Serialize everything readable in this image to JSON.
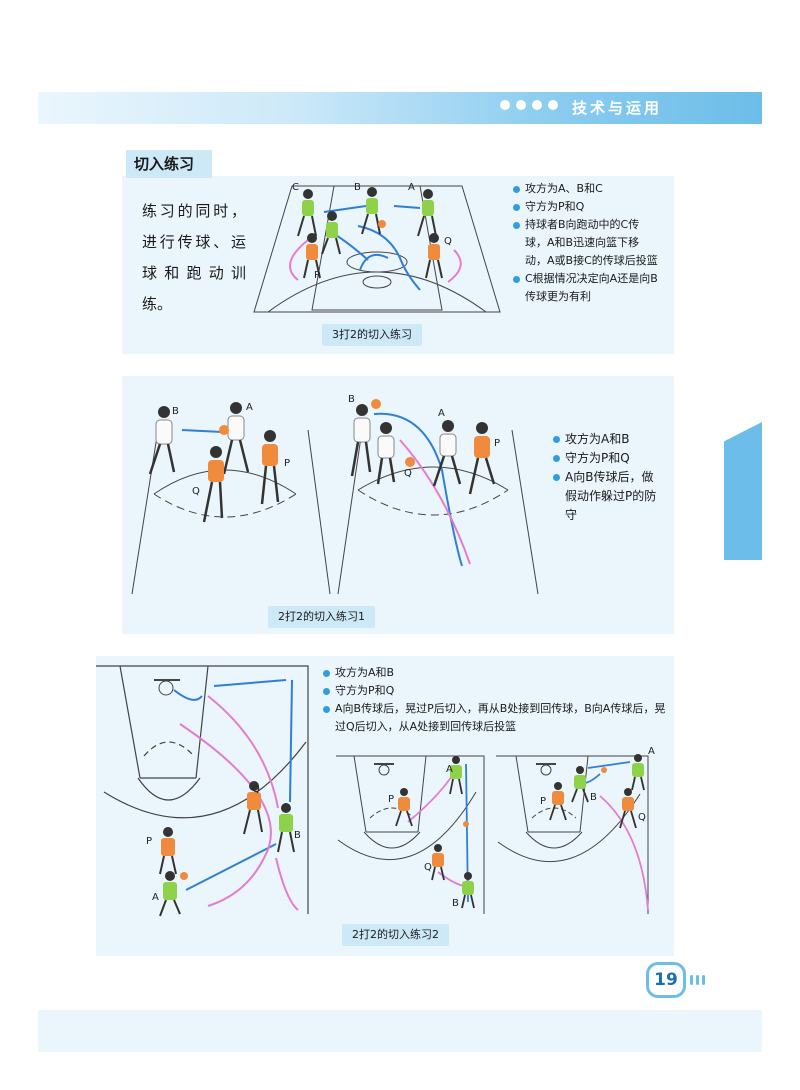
{
  "header": {
    "title": "技术与运用"
  },
  "section": {
    "title": "切入练习",
    "intro": "练习的同时，进行传球、运球和跑动训练。"
  },
  "drill1": {
    "players": {
      "c": "C",
      "b": "B",
      "a": "A",
      "p": "P",
      "q": "Q"
    },
    "bullets": [
      "攻方为A、B和C",
      "守方为P和Q",
      "持球者B向跑动中的C传球，A和B迅速向篮下移动，A或B接C的传球后投篮",
      "C根据情况决定向A还是向B传球更为有利"
    ],
    "caption": "3打2的切入练习"
  },
  "drill2": {
    "players": {
      "b": "B",
      "a": "A",
      "p": "P",
      "q": "Q"
    },
    "bullets": [
      "攻方为A和B",
      "守方为P和Q",
      "A向B传球后，做假动作躲过P的防守"
    ],
    "caption": "2打2的切入练习1"
  },
  "drill3": {
    "players": {
      "a": "A",
      "b": "B",
      "p": "P",
      "q": "Q"
    },
    "bullets": [
      "攻方为A和B",
      "守方为P和Q",
      "A向B传球后，晃过P后切入，再从B处接到回传球，B向A传球后，晃过Q后切入，从A处接到回传球后投篮"
    ],
    "caption": "2打2的切入练习2"
  },
  "page_number": "19",
  "colors": {
    "accent_blue": "#6cbde9",
    "panel_bg": "#eaf5fc",
    "attacker": "#8ed24a",
    "defender": "#f08a3c",
    "pass_arrow": "#2f7fd6",
    "run_arrow": "#e47ccf",
    "bullet": "#2f9ee0"
  }
}
